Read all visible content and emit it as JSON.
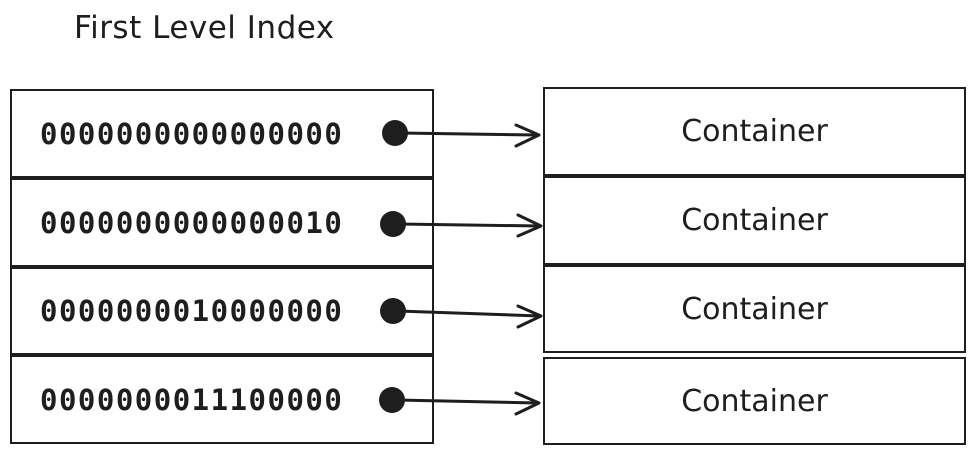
{
  "title": "First Level Index",
  "rows": [
    {
      "key": "0000000000000000",
      "target": "Container"
    },
    {
      "key": "0000000000000010",
      "target": "Container"
    },
    {
      "key": "0000000010000000",
      "target": "Container"
    },
    {
      "key": "0000000011100000",
      "target": "Container"
    }
  ],
  "colors": {
    "stroke": "#1e1e1e",
    "background": "#ffffff"
  }
}
